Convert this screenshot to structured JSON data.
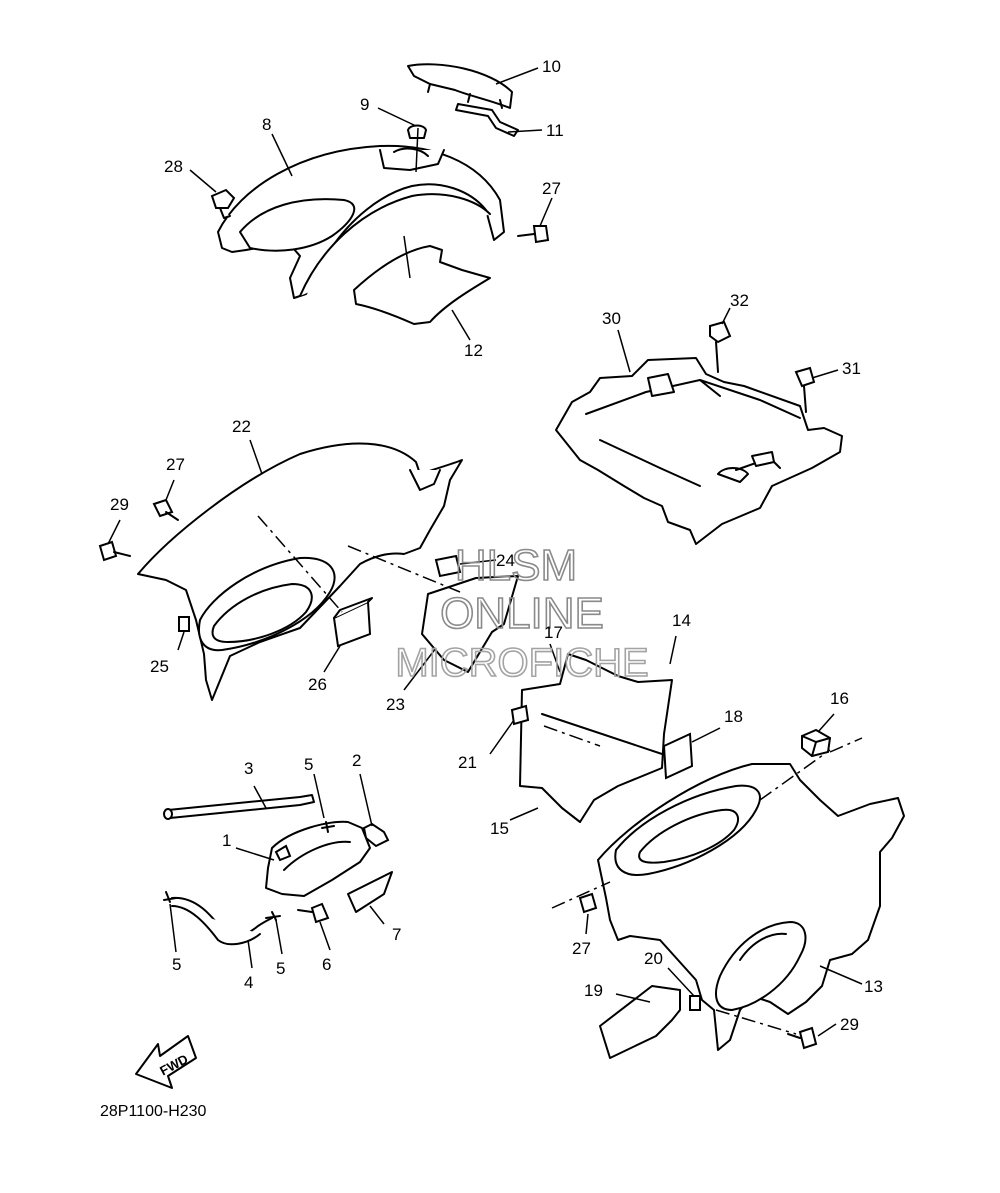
{
  "callouts": [
    {
      "id": "10",
      "label": "10"
    },
    {
      "id": "9",
      "label": "9"
    },
    {
      "id": "11",
      "label": "11"
    },
    {
      "id": "8",
      "label": "8"
    },
    {
      "id": "28",
      "label": "28"
    },
    {
      "id": "27a",
      "label": "27"
    },
    {
      "id": "12",
      "label": "12"
    },
    {
      "id": "32",
      "label": "32"
    },
    {
      "id": "30",
      "label": "30"
    },
    {
      "id": "31",
      "label": "31"
    },
    {
      "id": "22",
      "label": "22"
    },
    {
      "id": "27b",
      "label": "27"
    },
    {
      "id": "29a",
      "label": "29"
    },
    {
      "id": "24",
      "label": "24"
    },
    {
      "id": "25",
      "label": "25"
    },
    {
      "id": "26",
      "label": "26"
    },
    {
      "id": "23",
      "label": "23"
    },
    {
      "id": "17",
      "label": "17"
    },
    {
      "id": "14",
      "label": "14"
    },
    {
      "id": "18",
      "label": "18"
    },
    {
      "id": "16",
      "label": "16"
    },
    {
      "id": "21",
      "label": "21"
    },
    {
      "id": "15",
      "label": "15"
    },
    {
      "id": "3",
      "label": "3"
    },
    {
      "id": "5a",
      "label": "5"
    },
    {
      "id": "2",
      "label": "2"
    },
    {
      "id": "1",
      "label": "1"
    },
    {
      "id": "7",
      "label": "7"
    },
    {
      "id": "5b",
      "label": "5"
    },
    {
      "id": "4",
      "label": "4"
    },
    {
      "id": "5c",
      "label": "5"
    },
    {
      "id": "6",
      "label": "6"
    },
    {
      "id": "27c",
      "label": "27"
    },
    {
      "id": "20",
      "label": "20"
    },
    {
      "id": "19",
      "label": "19"
    },
    {
      "id": "13",
      "label": "13"
    },
    {
      "id": "29b",
      "label": "29"
    }
  ],
  "watermark": {
    "line1": "HLSM",
    "line2": "ONLINE",
    "line3": "MICROFICHE"
  },
  "fwd_label": "FWD",
  "diagram_code": "28P1100-H230",
  "colors": {
    "line": "#000000",
    "background": "#ffffff",
    "watermark": "#8a8a8a"
  }
}
